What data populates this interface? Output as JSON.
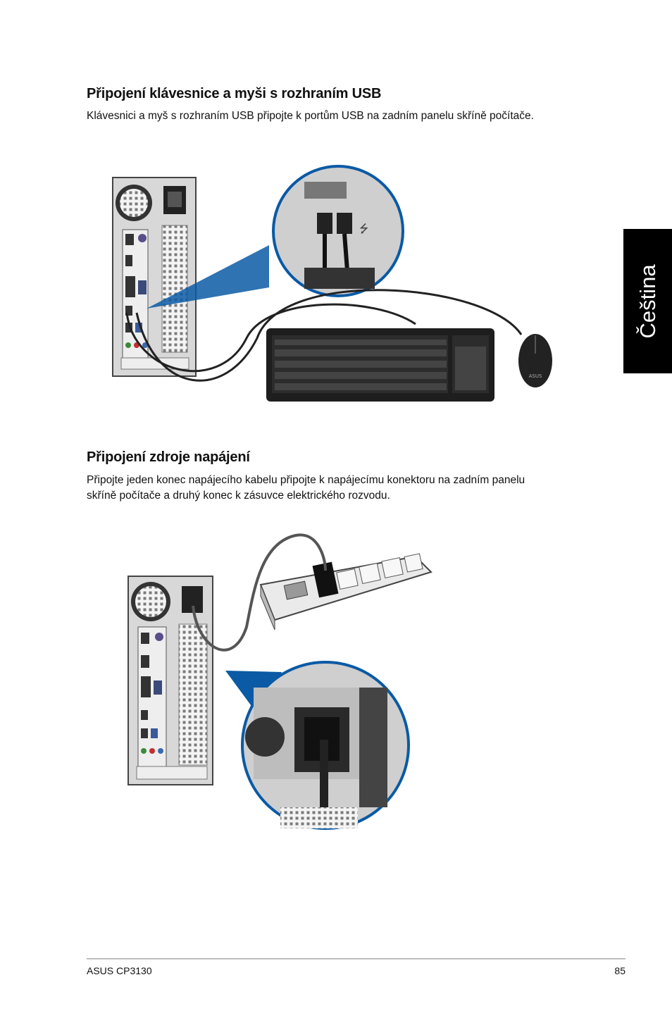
{
  "side_tab": {
    "label": "Čeština"
  },
  "section1": {
    "heading": "Připojení klávesnice a myši s rozhraním USB",
    "body": "Klávesnici a myš s rozhraním USB připojte k portům USB na zadním panelu skříně počítače."
  },
  "section2": {
    "heading": "Připojení zdroje napájení",
    "body_line1": "Připojte jeden konec napájecího kabelu připojte k napájecímu konektoru na zadním panelu",
    "body_line2": "skříně počítače a druhý konec k zásuvce elektrického rozvodu."
  },
  "figure1": {
    "mouse_logo": "ASUS"
  },
  "footer": {
    "model": "ASUS CP3130",
    "page_number": "85"
  },
  "colors": {
    "accent_blue": "#0a5aa5",
    "tab_bg": "#000000"
  }
}
